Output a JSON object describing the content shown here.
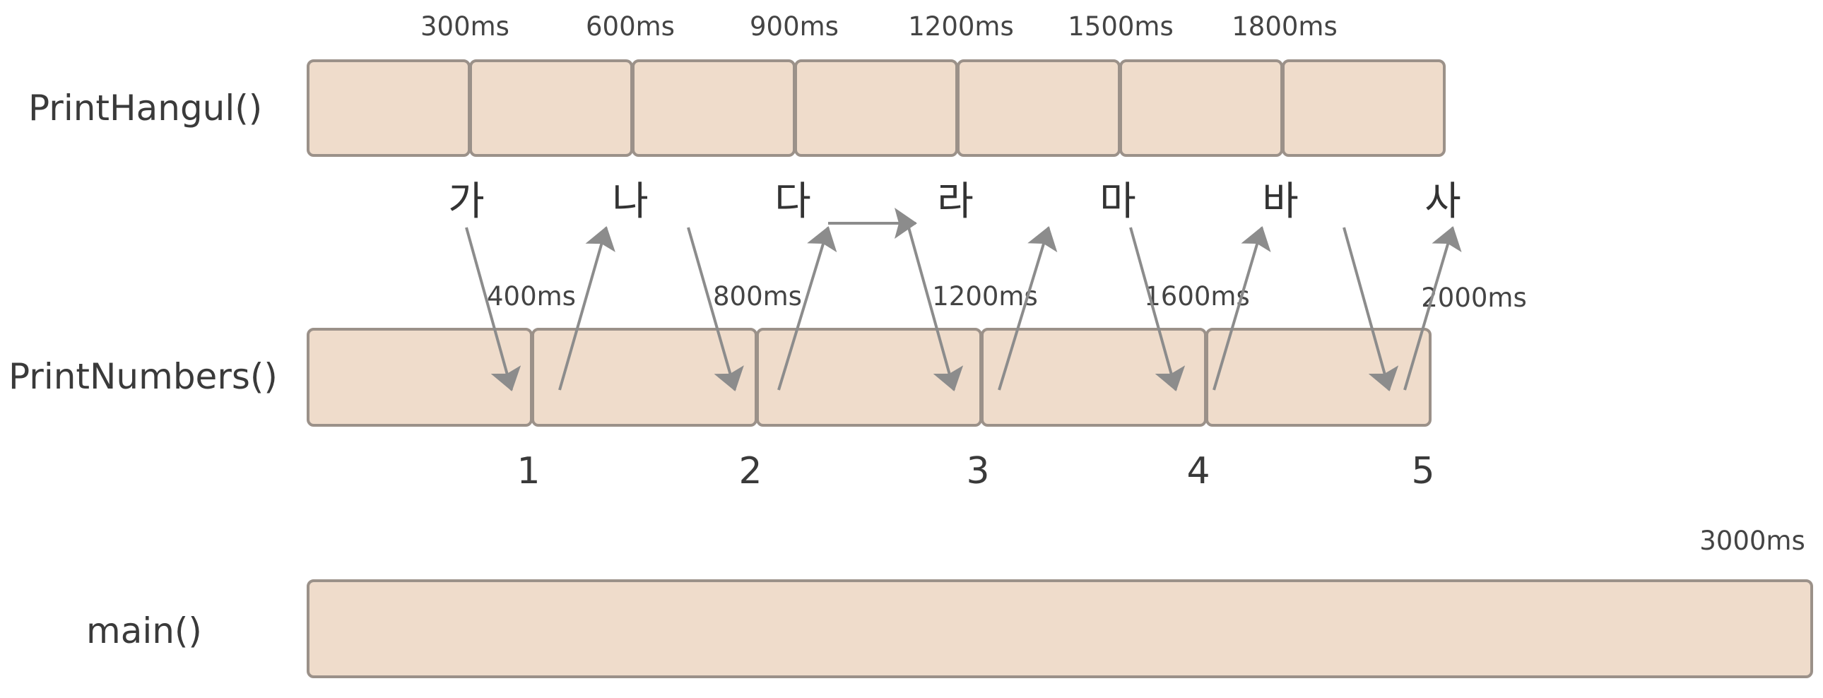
{
  "rows": {
    "hangul_label": "PrintHangul()",
    "numbers_label": "PrintNumbers()",
    "main_label": "main()"
  },
  "hangul": {
    "block_count": 7,
    "time_labels": [
      "300ms",
      "600ms",
      "900ms",
      "1200ms",
      "1500ms",
      "1800ms"
    ],
    "letters": [
      "가",
      "나",
      "다",
      "라",
      "마",
      "바",
      "사"
    ]
  },
  "numbers": {
    "block_count": 5,
    "time_labels": [
      "400ms",
      "800ms",
      "1200ms",
      "1600ms",
      "2000ms"
    ],
    "values": [
      "1",
      "2",
      "3",
      "4",
      "5"
    ]
  },
  "main": {
    "time_label": "3000ms"
  },
  "colors": {
    "block_fill": "#efdccb",
    "block_stroke": "#9b9189",
    "arrow": "#8c8c8c"
  }
}
